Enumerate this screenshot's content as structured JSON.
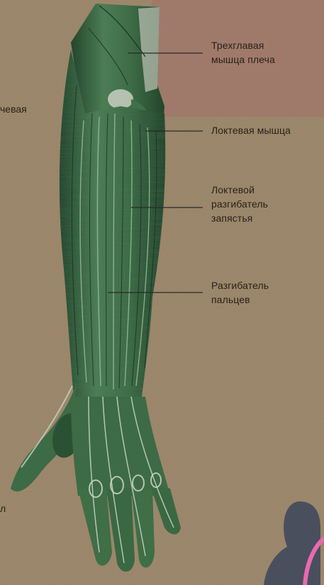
{
  "labels": [
    {
      "id": "triceps",
      "text": "Трехглавая\nмышца плеча"
    },
    {
      "id": "anconeus",
      "text": "Локтевая мышца"
    },
    {
      "id": "ecu",
      "text": "Локтевой\nразгибатель\nзапястья"
    },
    {
      "id": "ed",
      "text": "Разгибатель\nпальцев"
    }
  ],
  "cut_off_labels": {
    "left_top": "чевая",
    "left_bottom": "л"
  },
  "colors": {
    "background": "#9a8466",
    "muscle": "#3d6b45",
    "muscle_dark": "#23452c",
    "muscle_light": "#7ea987",
    "accent_pink": "#e86ab0",
    "silhouette": "#4a4f5e"
  },
  "icons": {
    "corner_figure": "person-silhouette-icon"
  }
}
